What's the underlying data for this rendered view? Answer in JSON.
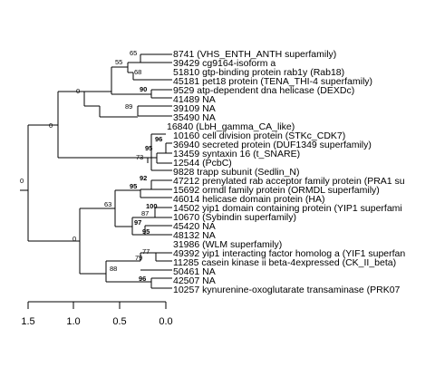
{
  "leaves": [
    "8741 (VHS_ENTH_ANTH superfamily)",
    "39429 cg9164-isoform a",
    "51810 gtp-binding protein rab1y (Rab18)",
    "45181 pet18 protein (TENA_THI-4 superfamily)",
    "9529 atp-dependent dna helicase (DEXDc)",
    "41489 NA",
    "39109 NA",
    "35490 NA",
    "16840 (LbH_gamma_CA_like)",
    "10160 cell division protein (STKc_CDK7)",
    "36940 secreted protein (DUF1349 superfamily)",
    "13459 syntaxin 16 (t_SNARE)",
    "12544 (PcbC)",
    "9828 trapp subunit (Sedlin_N)",
    "47212 prenylated rab acceptor family protein (PRA1 su",
    "15692 ormdl family protein (ORMDL superfamily)",
    "46014 helicase domain protein (HA)",
    "14502 yip1 domain containing protein (YIP1 superfami",
    "10670 (Sybindin superfamily)",
    "45420 NA",
    "48132 NA",
    "31986 (WLM superfamily)",
    "49392 yip1 interacting factor homolog a (YIF1 superfan",
    "11285 casein kinase ii beta-4expressed (CK_II_beta)",
    "50461 NA",
    "42507 NA",
    "10257 kynurenine-oxoglutarate transaminase (PRK07"
  ],
  "support_values": [
    {
      "value": "65",
      "bold": false
    },
    {
      "value": "55",
      "bold": false
    },
    {
      "value": "68",
      "bold": false
    },
    {
      "value": "0",
      "bold": false
    },
    {
      "value": "90",
      "bold": true
    },
    {
      "value": "89",
      "bold": false
    },
    {
      "value": "0",
      "bold": false
    },
    {
      "value": "96",
      "bold": true
    },
    {
      "value": "95",
      "bold": true
    },
    {
      "value": "73",
      "bold": false
    },
    {
      "value": "0",
      "bold": false
    },
    {
      "value": "92",
      "bold": true
    },
    {
      "value": "95",
      "bold": true
    },
    {
      "value": "63",
      "bold": false
    },
    {
      "value": "100",
      "bold": true
    },
    {
      "value": "87",
      "bold": false
    },
    {
      "value": "97",
      "bold": true
    },
    {
      "value": "95",
      "bold": true
    },
    {
      "value": "0",
      "bold": false
    },
    {
      "value": "77",
      "bold": false
    },
    {
      "value": "79",
      "bold": false
    },
    {
      "value": "88",
      "bold": false
    },
    {
      "value": "96",
      "bold": true
    }
  ],
  "axis": {
    "ticks": [
      "1.5",
      "1.0",
      "0.5",
      "0.0"
    ]
  }
}
